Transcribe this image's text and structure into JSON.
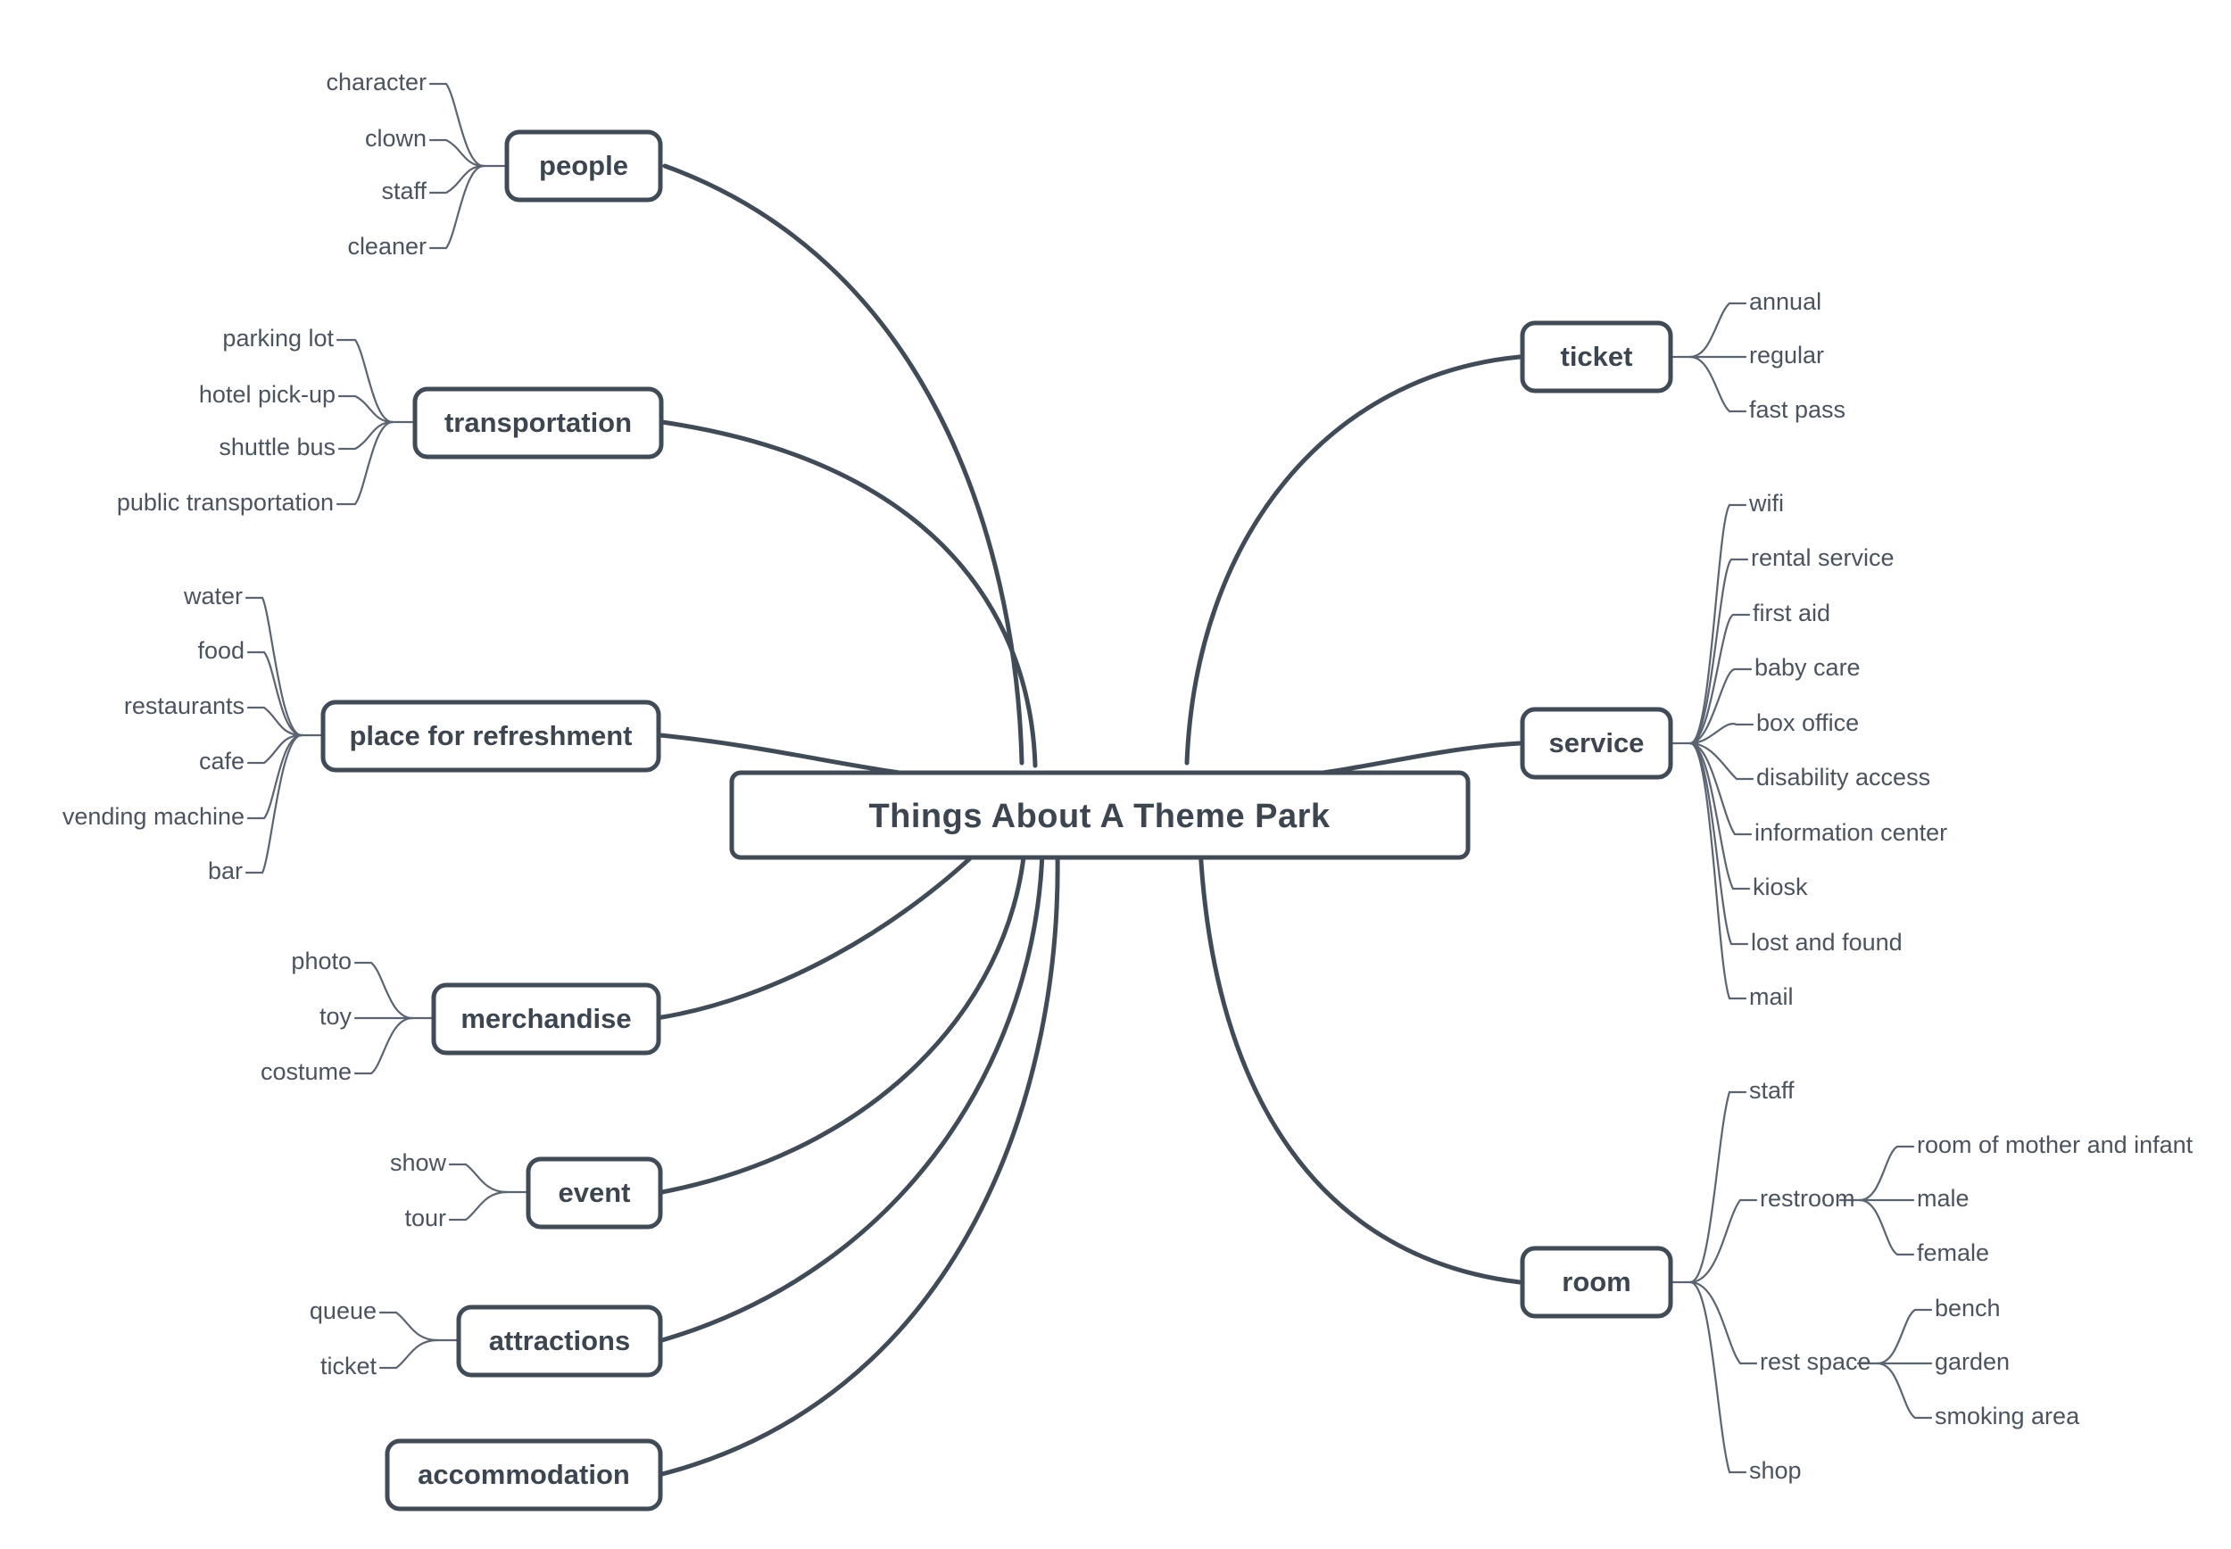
{
  "diagram": {
    "type": "mind-map",
    "title": "Things About  A Theme Park",
    "colors": {
      "stroke_main": "#414b57",
      "stroke_sub": "#5b6470",
      "node_fill": "#ffffff",
      "text_node": "#3d4650",
      "text_leaf": "#4b535e",
      "background": "#ffffff"
    },
    "root": {
      "label": "Things About  A Theme Park"
    },
    "branches_left": [
      {
        "label": "people",
        "children": [
          {
            "label": "character"
          },
          {
            "label": "clown"
          },
          {
            "label": "staff"
          },
          {
            "label": "cleaner"
          }
        ]
      },
      {
        "label": "transportation",
        "children": [
          {
            "label": "parking lot"
          },
          {
            "label": "hotel pick-up"
          },
          {
            "label": "shuttle bus"
          },
          {
            "label": "public transportation"
          }
        ]
      },
      {
        "label": "place for refreshment",
        "children": [
          {
            "label": "water"
          },
          {
            "label": "food"
          },
          {
            "label": "restaurants"
          },
          {
            "label": "cafe"
          },
          {
            "label": "vending machine"
          },
          {
            "label": "bar"
          }
        ]
      },
      {
        "label": "merchandise",
        "children": [
          {
            "label": "photo"
          },
          {
            "label": "toy"
          },
          {
            "label": "costume"
          }
        ]
      },
      {
        "label": "event",
        "children": [
          {
            "label": "show"
          },
          {
            "label": "tour"
          }
        ]
      },
      {
        "label": "attractions",
        "children": [
          {
            "label": "queue"
          },
          {
            "label": "ticket"
          }
        ]
      },
      {
        "label": "accommodation",
        "children": []
      }
    ],
    "branches_right": [
      {
        "label": "ticket",
        "children": [
          {
            "label": "annual"
          },
          {
            "label": "regular"
          },
          {
            "label": "fast pass"
          }
        ]
      },
      {
        "label": "service",
        "children": [
          {
            "label": "wifi"
          },
          {
            "label": "rental service"
          },
          {
            "label": "first aid"
          },
          {
            "label": "baby care"
          },
          {
            "label": "box office"
          },
          {
            "label": "disability access"
          },
          {
            "label": "information center"
          },
          {
            "label": "kiosk"
          },
          {
            "label": "lost and found"
          },
          {
            "label": "mail"
          }
        ]
      },
      {
        "label": "room",
        "children": [
          {
            "label": "staff",
            "children": []
          },
          {
            "label": "restroom",
            "children": [
              {
                "label": "room of mother and infant"
              },
              {
                "label": "male"
              },
              {
                "label": "female"
              }
            ]
          },
          {
            "label": "rest space",
            "children": [
              {
                "label": "bench"
              },
              {
                "label": "garden"
              },
              {
                "label": "smoking area"
              }
            ]
          },
          {
            "label": "shop",
            "children": []
          }
        ]
      }
    ]
  }
}
